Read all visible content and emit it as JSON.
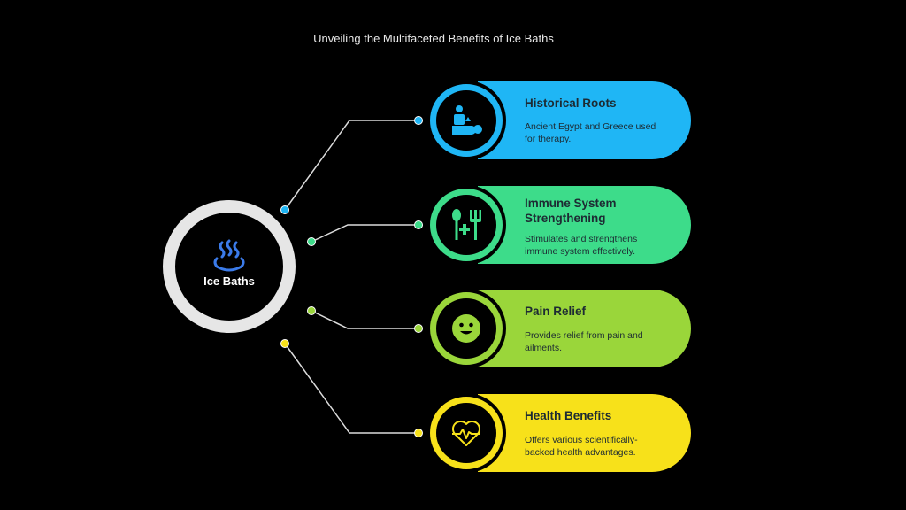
{
  "title": "Unveiling the Multifaceted Benefits of Ice Baths",
  "hub": {
    "label": "Ice Baths",
    "icon": "hot-spring-icon",
    "ring_color": "#e6e6e6",
    "icon_color": "#3b7bea"
  },
  "items": [
    {
      "title": "Historical Roots",
      "description": "Ancient Egypt and Greece used for therapy.",
      "icon": "massage-therapy-icon",
      "color": "#1fb6f5"
    },
    {
      "title": "Immune System Strengthening",
      "description": "Stimulates and strengthens immune system effectively.",
      "icon": "nutrition-health-icon",
      "color": "#3ddc8a"
    },
    {
      "title": "Pain Relief",
      "description": "Provides relief from pain and ailments.",
      "icon": "smiley-face-icon",
      "color": "#9ad63a"
    },
    {
      "title": "Health Benefits",
      "description": "Offers various scientifically-backed health advantages.",
      "icon": "heart-pulse-icon",
      "color": "#f7e11a"
    }
  ]
}
